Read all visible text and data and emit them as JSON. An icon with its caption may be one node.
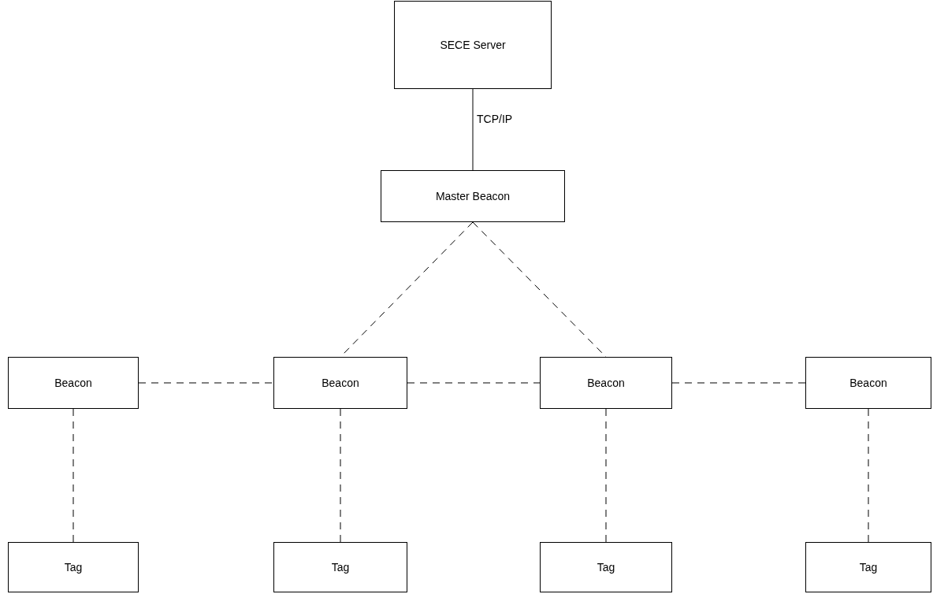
{
  "diagram": {
    "nodes": [
      {
        "text": [
          "SECE Server"
        ]
      },
      {
        "text": [
          "Master Beacon"
        ]
      },
      {
        "text": [
          "Beacon"
        ]
      },
      {
        "text": [
          "Beacon"
        ]
      },
      {
        "text": [
          "Beacon"
        ]
      },
      {
        "text": [
          "Beacon"
        ]
      },
      {
        "text": [
          "Tag"
        ]
      },
      {
        "text": [
          "Tag"
        ]
      },
      {
        "text": [
          "Tag"
        ]
      },
      {
        "text": [
          "Tag"
        ]
      }
    ],
    "edges": [
      {
        "from": 0,
        "to": 1,
        "arrow": "none",
        "label": "TCP/IP"
      },
      {
        "from": 1,
        "to": 3,
        "arrow": "none",
        "style": "dashed"
      },
      {
        "from": 1,
        "to": 4,
        "arrow": "none",
        "style": "dashed"
      },
      {
        "from": 2,
        "to": 3,
        "arrow": "none",
        "style": "dashed"
      },
      {
        "from": 3,
        "to": 4,
        "arrow": "none",
        "style": "dashed"
      },
      {
        "from": 4,
        "to": 5,
        "arrow": "none",
        "style": "dashed"
      },
      {
        "from": 2,
        "to": 6,
        "arrow": "none",
        "style": "dashed"
      },
      {
        "from": 3,
        "to": 7,
        "arrow": "none",
        "style": "dashed"
      },
      {
        "from": 4,
        "to": 8,
        "arrow": "none",
        "style": "dashed"
      },
      {
        "from": 5,
        "to": 9,
        "arrow": "none",
        "style": "dashed"
      }
    ]
  }
}
